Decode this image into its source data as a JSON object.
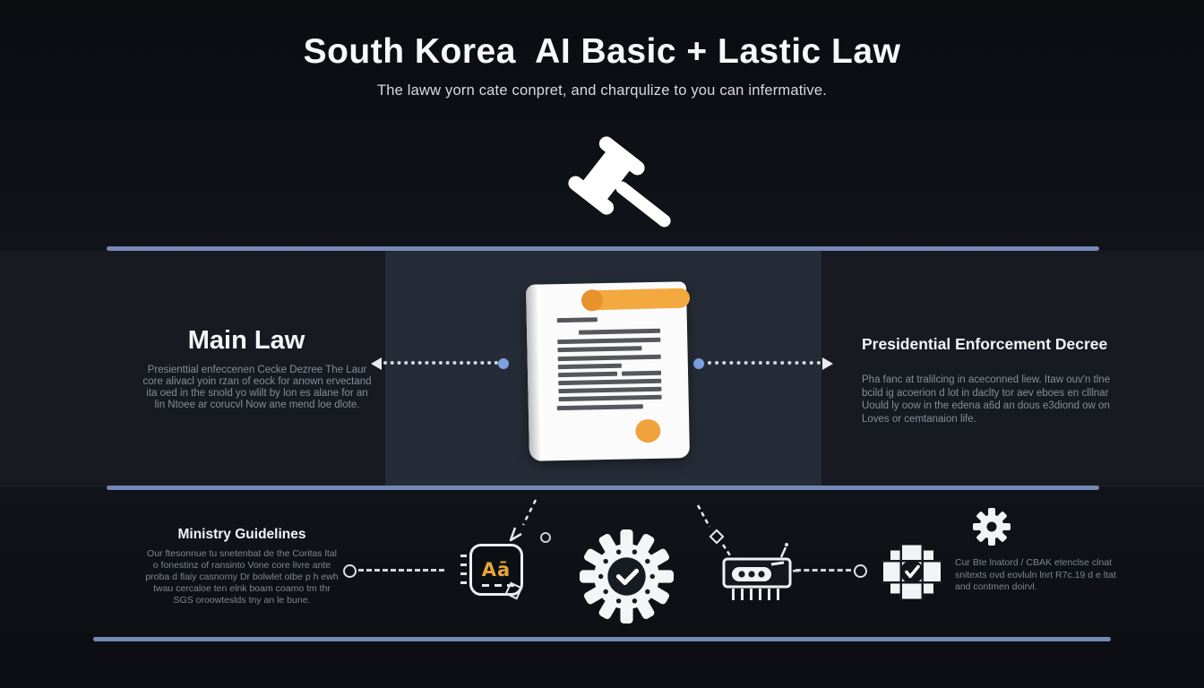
{
  "header": {
    "title": "South Korea  AI Basic + Lastic Law",
    "subtitle": "The laww yorn cate conpret, and charqulize to you can infermative."
  },
  "sections": {
    "main_law": {
      "heading": "Main Law",
      "body": "Presienttial enfeccenen Cecke Dezree The Laur core alivacl yoin rzan of eock for anown ervectand ita oed in the snold yo wlilt by lon es alane for an lin Ntoee ar corucvl Now ane mend loe dlote."
    },
    "decree": {
      "heading": "Presidential Enforcement Decree",
      "body": "Pha fanc at tralilcing in aceconned liew. Itaw ouv'n tlne bcild ig acoerion d lot in daclty tor aev eboes en clllnar Uould ly oow in the edena a6d an dous e3diond ow on Loves or cemtanaion life."
    },
    "guidelines": {
      "heading": "Ministry Guidelines",
      "body": "Our ftesonnue tu snetenbat de the Coritas ltal o fonestinz of ransinto Vone core livre ante proba d flaiy casnorny Dr bolwlet otbe p h ewh twau cercaloe ten elnk boam coamo tm thr SGS oroowteslds tny an le bune."
    },
    "bottom_right": {
      "body": "Cur Bte lnatord / CBAK etenclse clnat snitexts ovd eovluln lnrt R7c.19 d e ltat and contmen doirvl."
    }
  },
  "icons": {
    "gavel": "gavel-icon",
    "document": "document-icon",
    "ai_chip": {
      "name": "ai-chip-icon",
      "label": "Aā"
    },
    "gear_check": "gear-check-icon",
    "microchip": "microchip-icon",
    "block_gear": "block-gear-check-icon",
    "small_gear": "small-gear-icon"
  },
  "colors": {
    "background": "#0d0f14",
    "panel": "#262c37",
    "rule_blue": "#7589b6",
    "dot_blue": "#7fa0e3",
    "accent_orange": "#f0a23c",
    "heading_white": "#f3f5f7",
    "body_gray": "#878d99"
  }
}
